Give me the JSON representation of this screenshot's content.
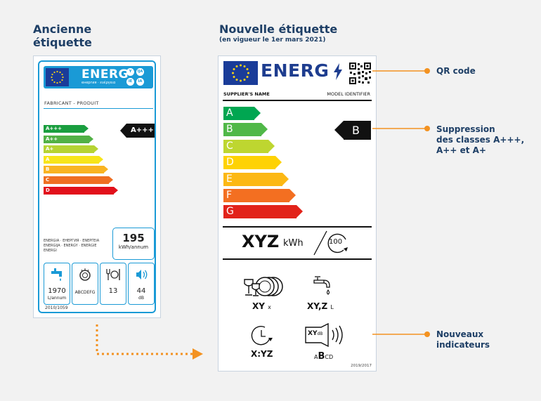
{
  "old_section": {
    "heading_line1": "Ancienne",
    "heading_line2": "étiquette",
    "label": {
      "energ": "ENERG",
      "energ_sub": "енергия · ενέργεια",
      "bubbles": [
        "Y",
        "IJA",
        "IE",
        "IA"
      ],
      "manufacturer": "FABRICANT - PRODUIT",
      "classes": [
        {
          "label": "A+++",
          "color": "#1a9e3f"
        },
        {
          "label": "A++",
          "color": "#52b146"
        },
        {
          "label": "A+",
          "color": "#b6d333"
        },
        {
          "label": "A",
          "color": "#f7e51a"
        },
        {
          "label": "B",
          "color": "#f9b422"
        },
        {
          "label": "C",
          "color": "#ef6f22"
        },
        {
          "label": "D",
          "color": "#e2101b"
        }
      ],
      "current_class": "A+++",
      "energia_text": "ENERGIA · ЕНЕРГИЯ · ΕΝΕΡΓΕΙΑ ENERGIJA · ENERGY · ENERGIE ENERGI",
      "kwh_value": "195",
      "kwh_unit": "kWh/annum",
      "indicators": [
        {
          "icon": "water-tap-icon",
          "value": "1970",
          "unit": "L/annum"
        },
        {
          "icon": "dish-icon",
          "value": "ABCDEFG",
          "unit": ""
        },
        {
          "icon": "place-settings-icon",
          "value": "13",
          "unit": ""
        },
        {
          "icon": "speaker-icon",
          "value": "44",
          "unit": "dB"
        }
      ],
      "reference": "2010/1059"
    }
  },
  "new_section": {
    "heading": "Nouvelle étiquette",
    "subheading": "(en vigueur le 1er mars 2021)",
    "label": {
      "energ": "ENERG",
      "supplier": "SUPPLIER'S NAME",
      "model": "MODEL IDENTIFIER",
      "classes": [
        {
          "label": "A",
          "color": "#00a651"
        },
        {
          "label": "B",
          "color": "#50b848"
        },
        {
          "label": "C",
          "color": "#bed630"
        },
        {
          "label": "D",
          "color": "#fed204"
        },
        {
          "label": "E",
          "color": "#fcb814"
        },
        {
          "label": "F",
          "color": "#f36f21"
        },
        {
          "label": "G",
          "color": "#e2231a"
        }
      ],
      "current_class": "B",
      "kwh_value": "XYZ",
      "kwh_unit": "kWh",
      "cycles": "100",
      "indicators": {
        "settings": {
          "value": "XY",
          "unit": "x"
        },
        "water": {
          "value": "XY,Z",
          "unit": "L"
        },
        "duration": {
          "value": "X:YZ",
          "unit": ""
        },
        "noise": {
          "box": "XY",
          "box_unit": "dB",
          "scale_prefix": "A",
          "scale_main": "B",
          "scale_suffix": "CD"
        }
      },
      "reference": "2019/2017"
    }
  },
  "annotations": {
    "qr": "QR code",
    "suppression_lines": [
      "Suppression",
      "des classes A+++,",
      "A++ et A+"
    ],
    "indicators_lines": [
      "Nouveaux",
      "indicateurs"
    ],
    "accent_color": "#f39221"
  }
}
